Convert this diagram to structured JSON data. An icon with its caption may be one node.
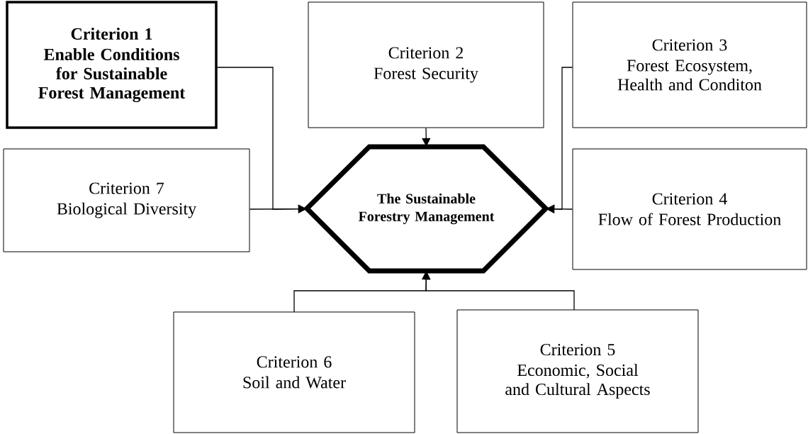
{
  "diagram": {
    "nodes": [
      {
        "text": [
          "Criterion 1",
          "Enable Conditions for Sustainable Forest Management"
        ]
      },
      {
        "text": [
          "Criterion 2",
          "Forest Security"
        ]
      },
      {
        "text": [
          "Criterion 3",
          "Forest Ecosystem, Health and Conditon"
        ]
      },
      {
        "text": [
          "Criterion 7",
          "Biological Diversity"
        ]
      },
      {
        "text": [
          "The Sustainable Forestry Management"
        ]
      },
      {
        "text": [
          "Criterion 4",
          "Flow of Forest Production"
        ]
      },
      {
        "text": [
          "Criterion 6",
          "Soil and Water"
        ]
      },
      {
        "text": [
          "Criterion 5",
          "Economic, Social and Cultural Aspects"
        ]
      }
    ],
    "edges": [
      {
        "from": 0,
        "to": 4,
        "arrow": "to"
      },
      {
        "from": 1,
        "to": 4,
        "arrow": "to"
      },
      {
        "from": 2,
        "to": 4,
        "arrow": "to"
      },
      {
        "from": 3,
        "to": 4,
        "arrow": "to"
      },
      {
        "from": 5,
        "to": 4,
        "arrow": "to"
      },
      {
        "from": 6,
        "to": 4,
        "arrow": "to"
      },
      {
        "from": 7,
        "to": 4,
        "arrow": "to"
      }
    ]
  }
}
